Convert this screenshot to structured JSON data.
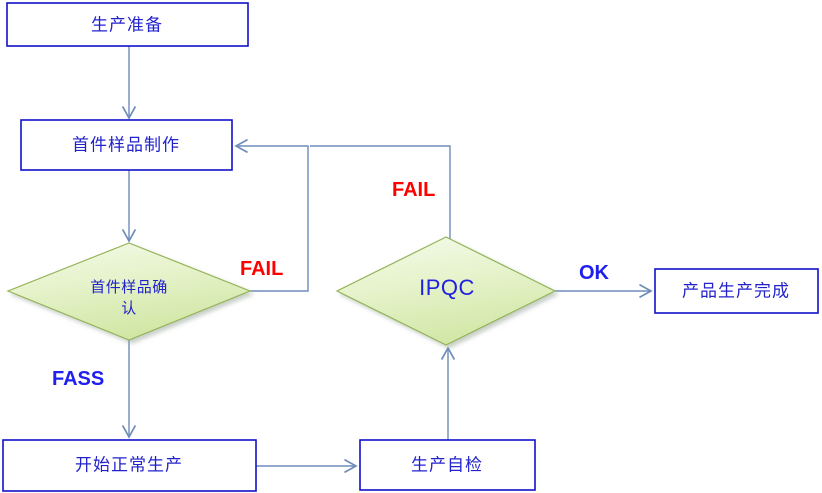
{
  "diagram": {
    "type": "flowchart",
    "title": "",
    "background_color": "#ffffff",
    "palette": {
      "process_border": "#1111cc",
      "process_fill": "#ffffff",
      "decision_border": "#94b356",
      "decision_fill_light": "#f2f8e4",
      "decision_fill_dark": "#d6e9ae",
      "connector": "#6e8cbb",
      "text_primary": "#2222cc",
      "label_fail": "#ff0000",
      "label_pass": "#2020ee"
    },
    "nodes": [
      {
        "id": "prep",
        "shape": "process",
        "label": "生产准备"
      },
      {
        "id": "first-sample-make",
        "shape": "process",
        "label": "首件样品制作"
      },
      {
        "id": "first-sample-confirm",
        "shape": "decision",
        "label_line1": "首件样品确",
        "label_line2": "认"
      },
      {
        "id": "start-normal-production",
        "shape": "process",
        "label": "开始正常生产"
      },
      {
        "id": "self-inspection",
        "shape": "process",
        "label": "生产自检"
      },
      {
        "id": "ipqc",
        "shape": "decision",
        "label": "IPQC"
      },
      {
        "id": "production-complete",
        "shape": "process",
        "label": "产品生产完成"
      }
    ],
    "edges": [
      {
        "id": "prep-to-make",
        "from": "prep",
        "to": "first-sample-make",
        "label": ""
      },
      {
        "id": "make-to-confirm",
        "from": "first-sample-make",
        "to": "first-sample-confirm",
        "label": ""
      },
      {
        "id": "confirm-fail-to-make",
        "from": "first-sample-confirm",
        "to": "first-sample-make",
        "label": "FAIL"
      },
      {
        "id": "confirm-pass-to-production",
        "from": "first-sample-confirm",
        "to": "start-normal-production",
        "label": "FASS"
      },
      {
        "id": "production-to-inspection",
        "from": "start-normal-production",
        "to": "self-inspection",
        "label": ""
      },
      {
        "id": "inspection-to-ipqc",
        "from": "self-inspection",
        "to": "ipqc",
        "label": ""
      },
      {
        "id": "ipqc-fail-to-make",
        "from": "ipqc",
        "to": "first-sample-make",
        "label": "FAIL"
      },
      {
        "id": "ipqc-ok-to-complete",
        "from": "ipqc",
        "to": "production-complete",
        "label": "OK"
      }
    ]
  }
}
